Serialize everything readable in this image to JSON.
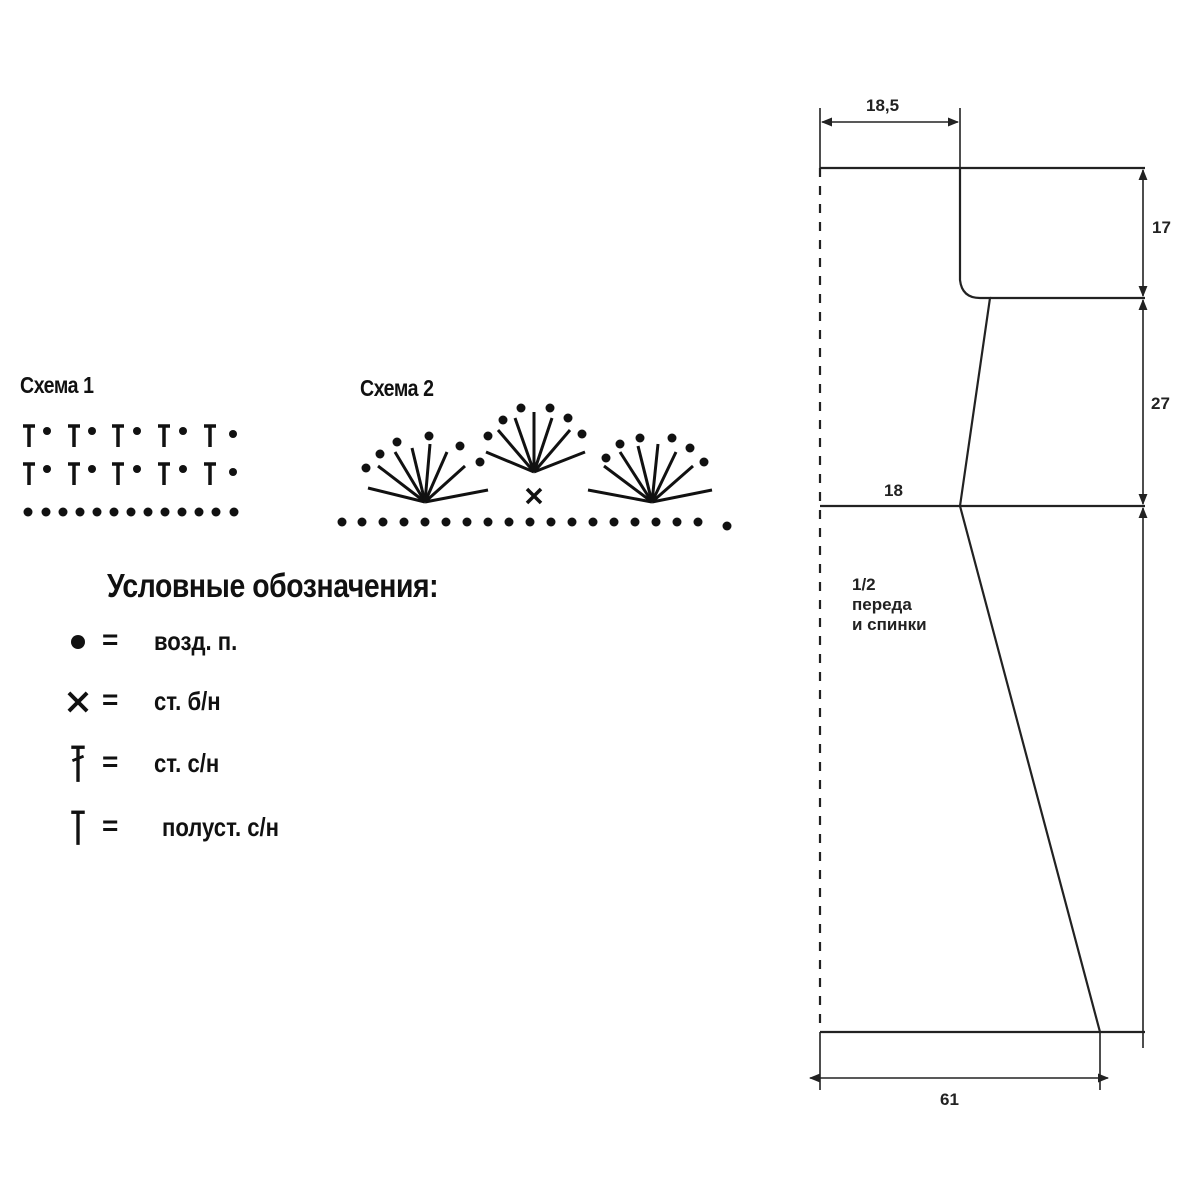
{
  "schemes": {
    "scheme1": {
      "title": "Схема 1"
    },
    "scheme2": {
      "title": "Схема 2"
    }
  },
  "legend": {
    "title": "Условные обозначения:",
    "items": [
      {
        "symbol": "chain-stitch-icon",
        "equals": "=",
        "text": "возд. п."
      },
      {
        "symbol": "single-crochet-icon",
        "equals": "=",
        "text": "ст. б/н"
      },
      {
        "symbol": "double-crochet-icon",
        "equals": "=",
        "text": "ст. с/н"
      },
      {
        "symbol": "half-double-crochet-icon",
        "equals": "=",
        "text": "полуст. с/н"
      }
    ]
  },
  "pattern": {
    "dimensions": {
      "top_width": "18,5",
      "yoke_height": "17",
      "upper_height": "27",
      "mid_width": "18",
      "bottom_width": "61"
    },
    "piece_label": [
      "1/2",
      "переда",
      "и спинки"
    ]
  },
  "colors": {
    "ink": "#111111",
    "background": "#ffffff"
  }
}
